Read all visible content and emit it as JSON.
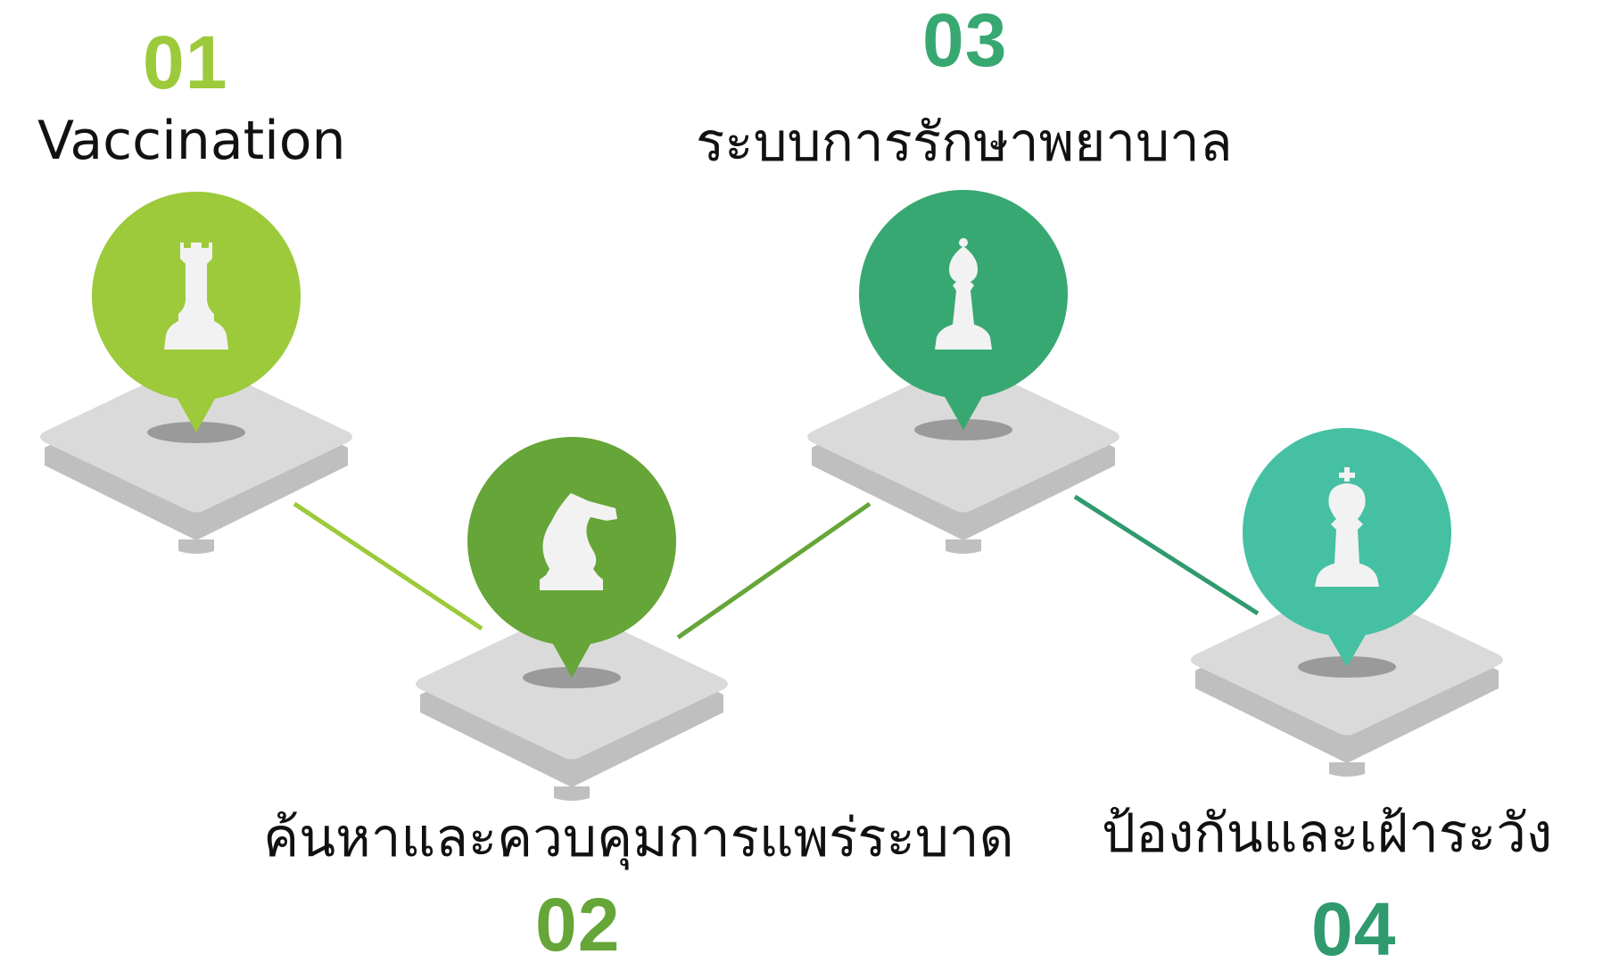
{
  "steps": [
    {
      "number": "01",
      "label": "Vaccination",
      "color": "#9cca3a",
      "icon": "rook-icon"
    },
    {
      "number": "02",
      "label": "ค้นหาและควบคุมการแพร่ระบาด",
      "color": "#66a538",
      "icon": "knight-icon"
    },
    {
      "number": "03",
      "label": "ระบบการรักษาพยาบาล",
      "color": "#38a872",
      "icon": "bishop-icon"
    },
    {
      "number": "04",
      "label": "ป้องกันและเฝ้าระวัง",
      "color": "#45c0a3",
      "icon": "king-icon"
    }
  ],
  "connectors": [
    {
      "from": "01",
      "to": "02",
      "color": "#9cca3a"
    },
    {
      "from": "02",
      "to": "03",
      "color": "#66a538"
    },
    {
      "from": "03",
      "to": "04",
      "color": "#2f9a6e"
    }
  ],
  "colors": {
    "platform_top": "#dadada",
    "platform_side": "#bfbfbf",
    "platform_shadow": "#9a9a9a",
    "piece": "#f2f2f2"
  }
}
